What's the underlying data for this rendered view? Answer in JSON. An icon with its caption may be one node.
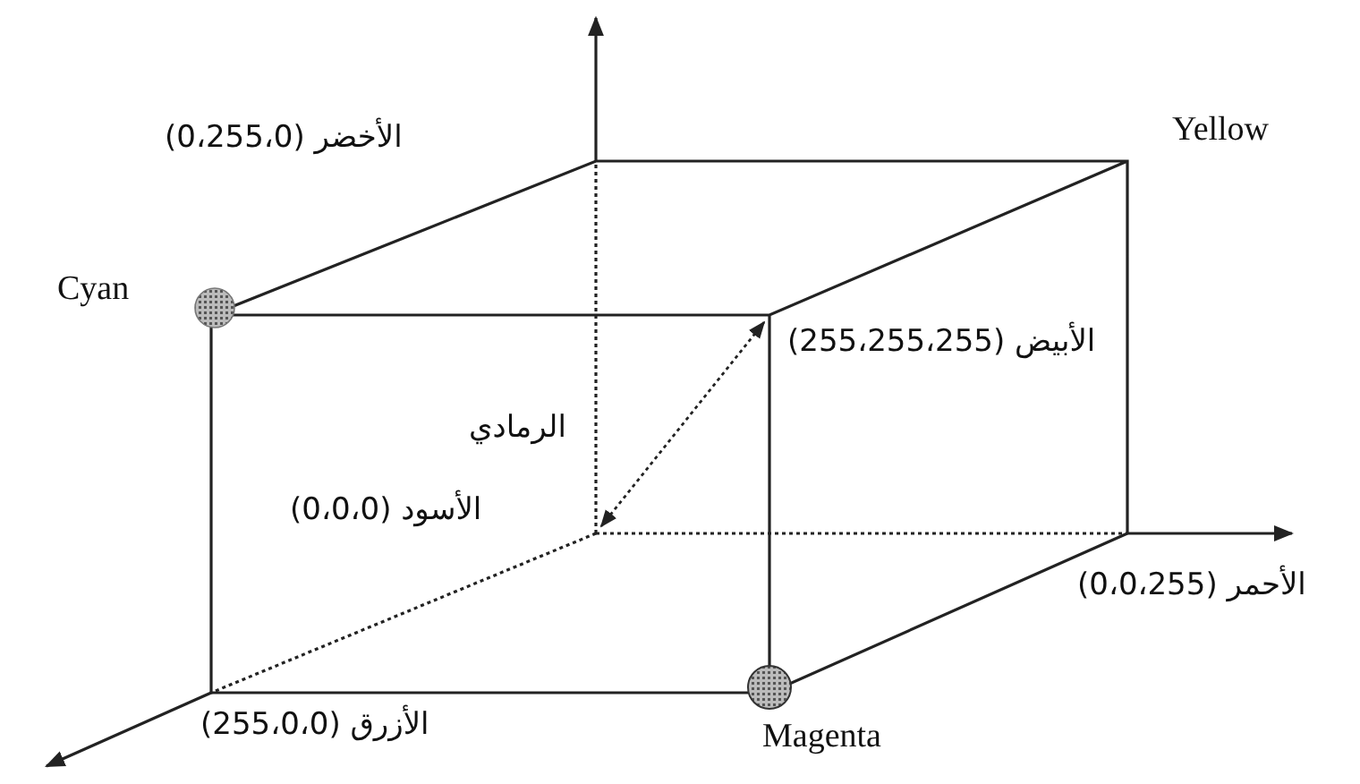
{
  "diagram": {
    "labels": [
      "Yellow",
      "الأخضر (0،255،0)",
      "Cyan",
      "الأبيض (255،255،255)",
      "الرمادي",
      "الأسود (0،0،0)",
      "الأحمر (0،0،255)",
      "الأزرق (255،0،0)",
      "Magenta"
    ]
  }
}
